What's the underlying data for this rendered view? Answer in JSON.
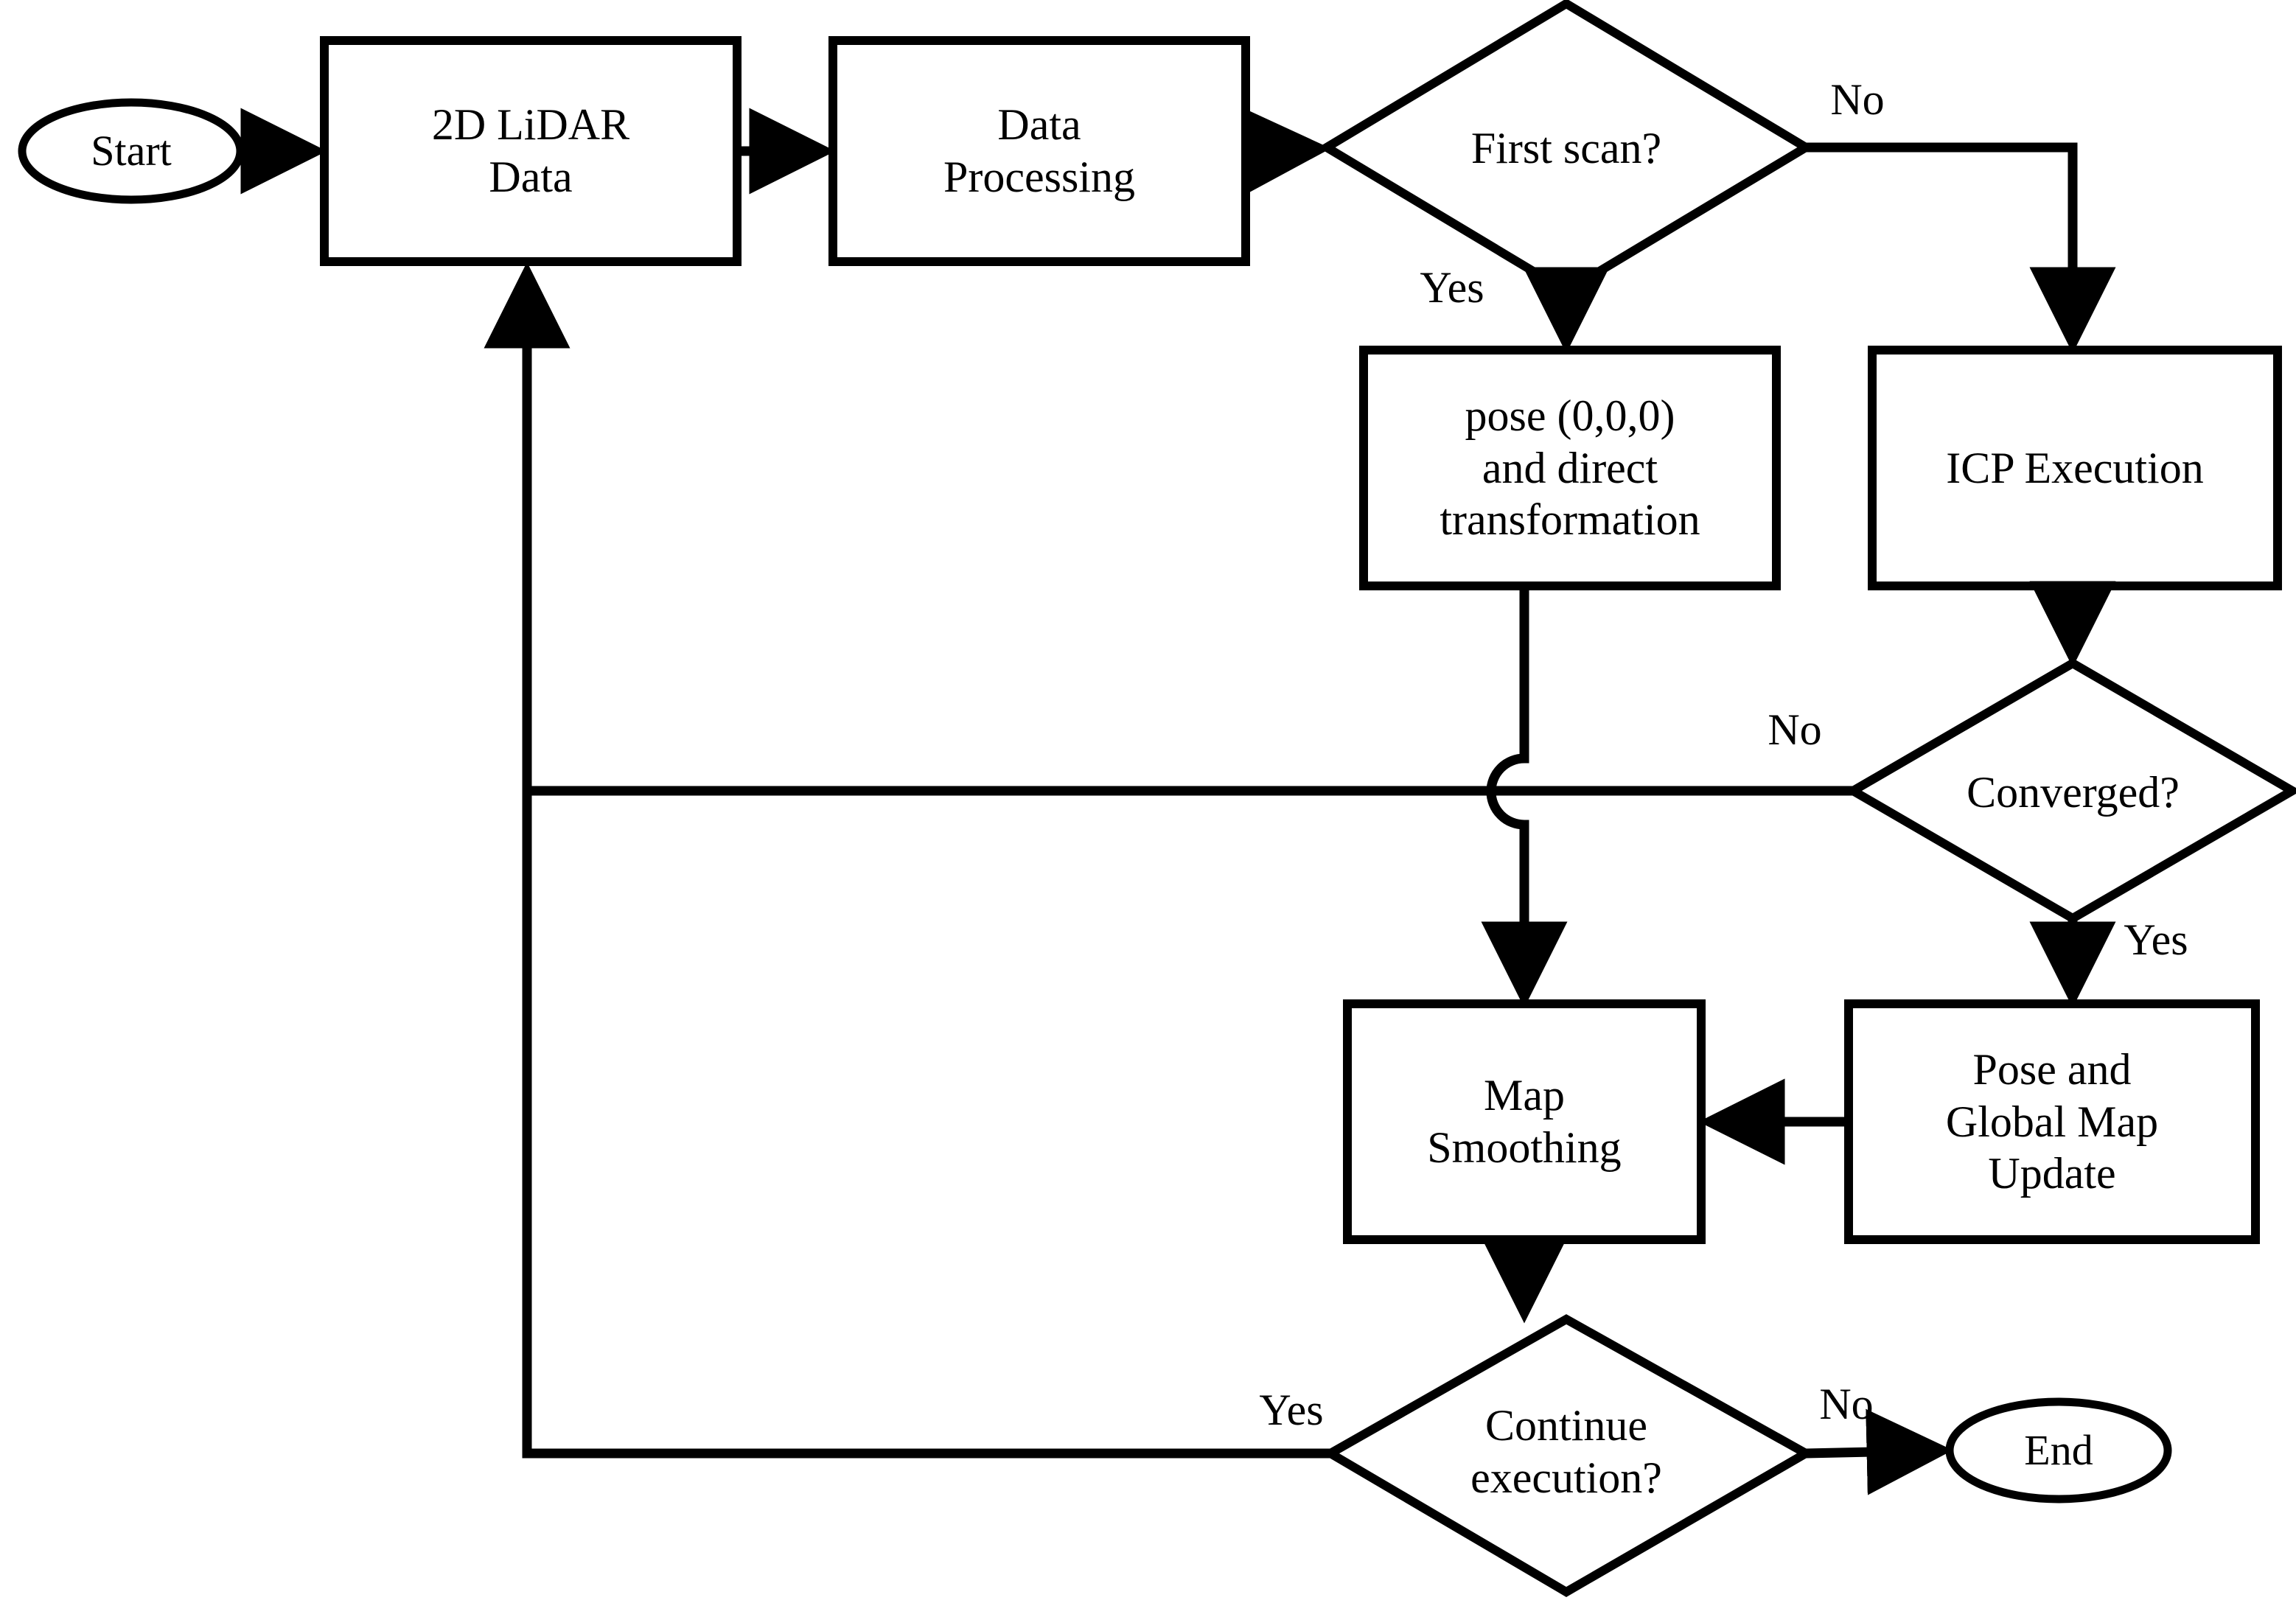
{
  "diagram": {
    "title": "2D LiDAR SLAM mapping flowchart",
    "type": "flowchart",
    "colors": {
      "stroke": "#000000",
      "fill": "#ffffff",
      "text": "#000000"
    },
    "nodes": [
      {
        "id": "start",
        "shape": "ellipse",
        "label": "Start"
      },
      {
        "id": "lidar",
        "shape": "process",
        "label": "2D LiDAR\nData"
      },
      {
        "id": "processing",
        "shape": "process",
        "label": "Data\nProcessing"
      },
      {
        "id": "firstscan",
        "shape": "decision",
        "label": "First scan?"
      },
      {
        "id": "pose0",
        "shape": "process",
        "label": "pose (0,0,0)\nand direct\ntransformation"
      },
      {
        "id": "icp",
        "shape": "process",
        "label": "ICP Execution"
      },
      {
        "id": "converged",
        "shape": "decision",
        "label": "Converged?"
      },
      {
        "id": "poseupdate",
        "shape": "process",
        "label": "Pose and\nGlobal Map\nUpdate"
      },
      {
        "id": "smoothing",
        "shape": "process",
        "label": "Map\nSmoothing"
      },
      {
        "id": "continue",
        "shape": "decision",
        "label": "Continue\nexecution?"
      },
      {
        "id": "end",
        "shape": "ellipse",
        "label": "End"
      }
    ],
    "edges": [
      {
        "id": "e-start-lidar",
        "from": "start",
        "to": "lidar",
        "label": ""
      },
      {
        "id": "e-lidar-processing",
        "from": "lidar",
        "to": "processing",
        "label": ""
      },
      {
        "id": "e-processing-first",
        "from": "processing",
        "to": "firstscan",
        "label": ""
      },
      {
        "id": "e-first-yes",
        "from": "firstscan",
        "to": "pose0",
        "label": "Yes"
      },
      {
        "id": "e-first-no",
        "from": "firstscan",
        "to": "icp",
        "label": "No"
      },
      {
        "id": "e-icp-converged",
        "from": "icp",
        "to": "converged",
        "label": ""
      },
      {
        "id": "e-converged-no",
        "from": "converged",
        "to": "lidar",
        "label": "No"
      },
      {
        "id": "e-converged-yes",
        "from": "converged",
        "to": "poseupdate",
        "label": "Yes"
      },
      {
        "id": "e-poseupdate-smooth",
        "from": "poseupdate",
        "to": "smoothing",
        "label": ""
      },
      {
        "id": "e-pose0-smooth",
        "from": "pose0",
        "to": "smoothing",
        "label": ""
      },
      {
        "id": "e-smooth-continue",
        "from": "smoothing",
        "to": "continue",
        "label": ""
      },
      {
        "id": "e-continue-yes",
        "from": "continue",
        "to": "lidar",
        "label": "Yes"
      },
      {
        "id": "e-continue-no",
        "from": "continue",
        "to": "end",
        "label": "No"
      }
    ],
    "labels": {
      "start": "Start",
      "lidar_line1": "2D LiDAR",
      "lidar_line2": "Data",
      "processing_line1": "Data",
      "processing_line2": "Processing",
      "firstscan": "First scan?",
      "pose0_line1": "pose (0,0,0)",
      "pose0_line2": "and direct",
      "pose0_line3": "transformation",
      "icp": "ICP Execution",
      "converged": "Converged?",
      "poseupdate_line1": "Pose and",
      "poseupdate_line2": "Global Map",
      "poseupdate_line3": "Update",
      "smoothing_line1": "Map",
      "smoothing_line2": "Smoothing",
      "continue_line1": "Continue",
      "continue_line2": "execution?",
      "end": "End",
      "first_no": "No",
      "first_yes": "Yes",
      "converged_no": "No",
      "converged_yes": "Yes",
      "continue_yes": "Yes",
      "continue_no": "No"
    }
  }
}
